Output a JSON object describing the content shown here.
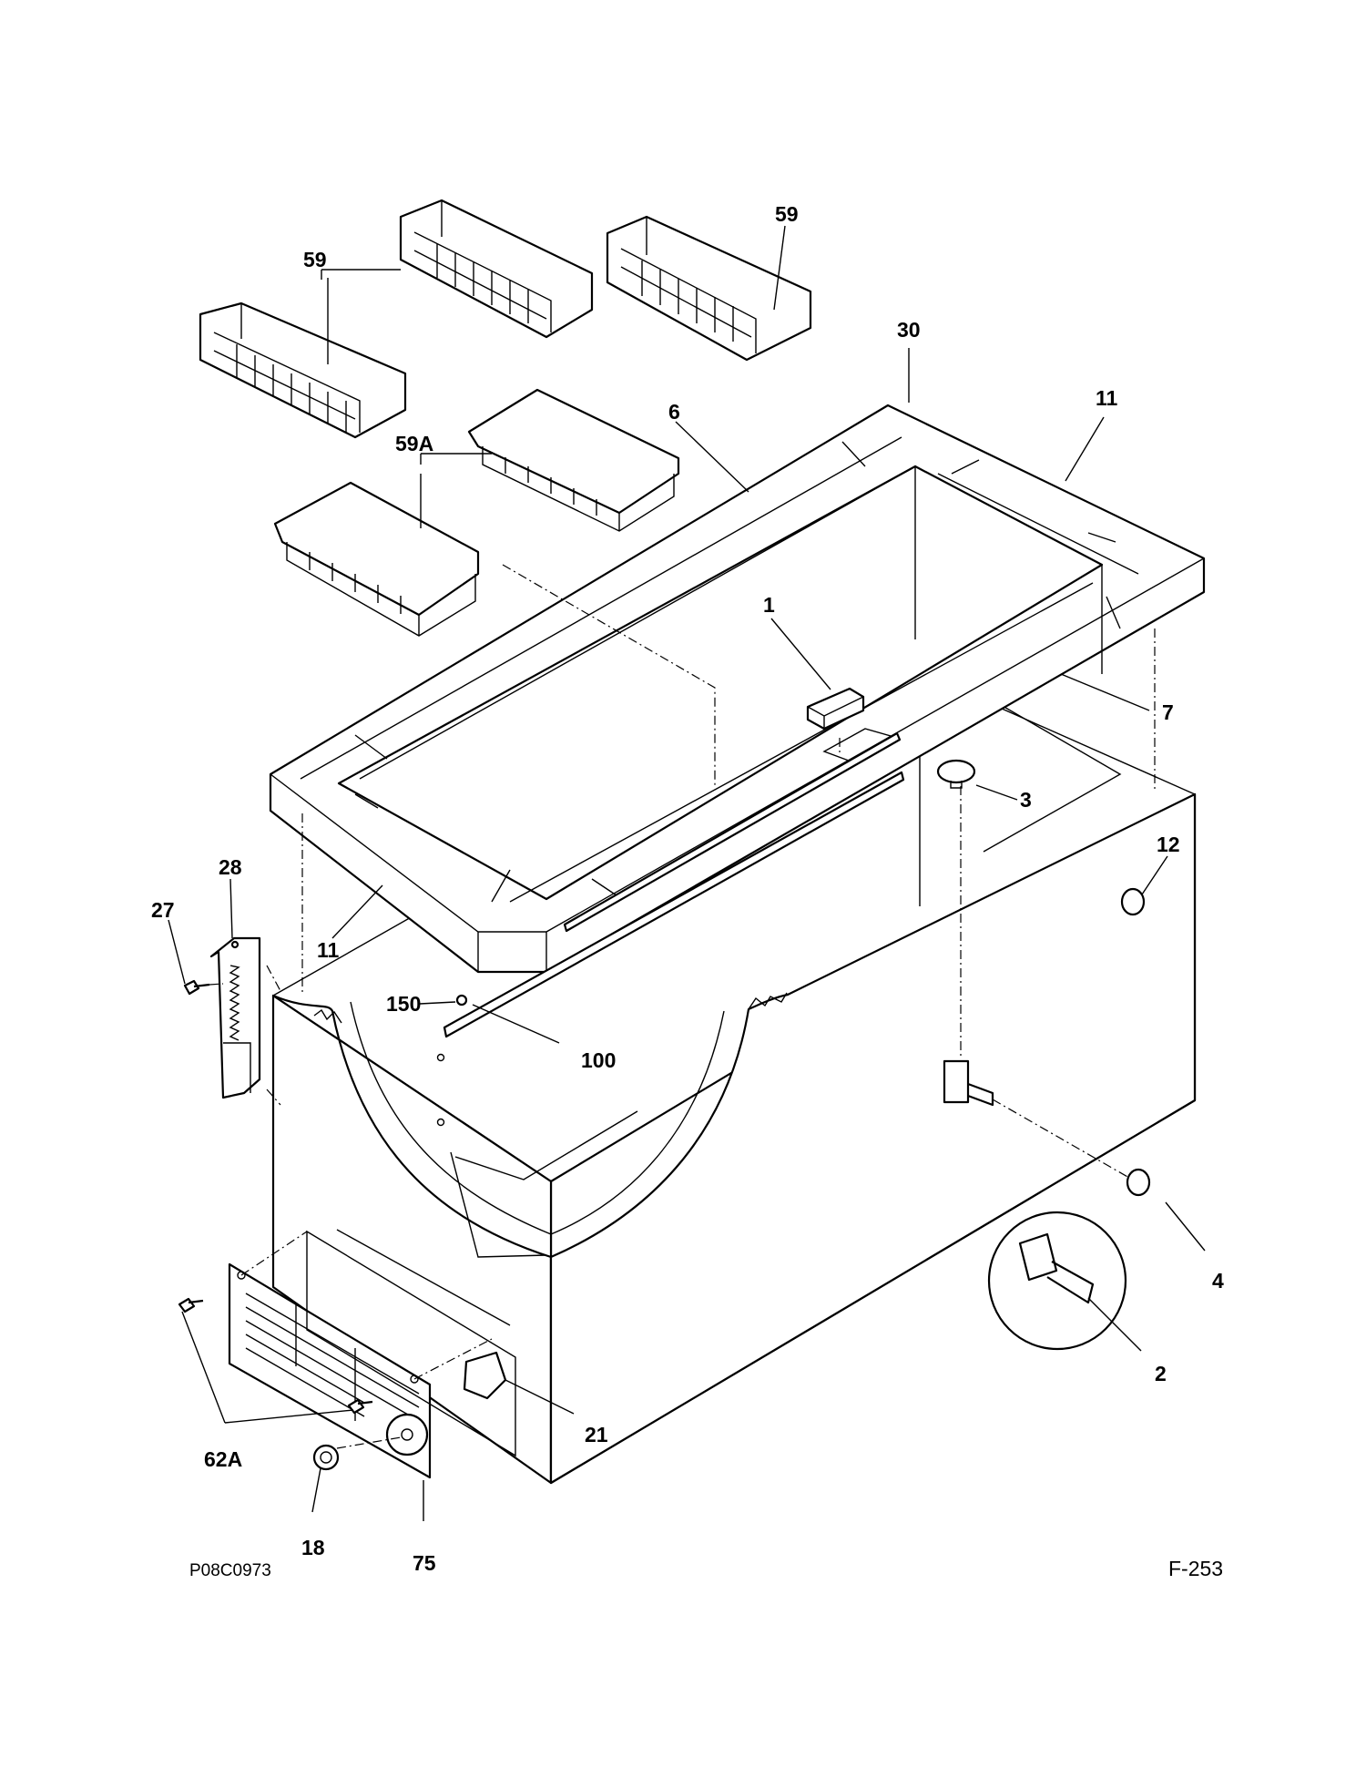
{
  "diagram": {
    "callouts": {
      "c59_left": "59",
      "c59_right": "59",
      "c59a": "59A",
      "c30": "30",
      "c11_top": "11",
      "c6": "6",
      "c1": "1",
      "c7": "7",
      "c3": "3",
      "c12": "12",
      "c28": "28",
      "c27": "27",
      "c11_bottom": "11",
      "c150": "150",
      "c100": "100",
      "c4": "4",
      "c2": "2",
      "c21": "21",
      "c62a": "62A",
      "c18": "18",
      "c75": "75"
    },
    "drawing_number": "P08C0973",
    "page_code": "F-253"
  }
}
